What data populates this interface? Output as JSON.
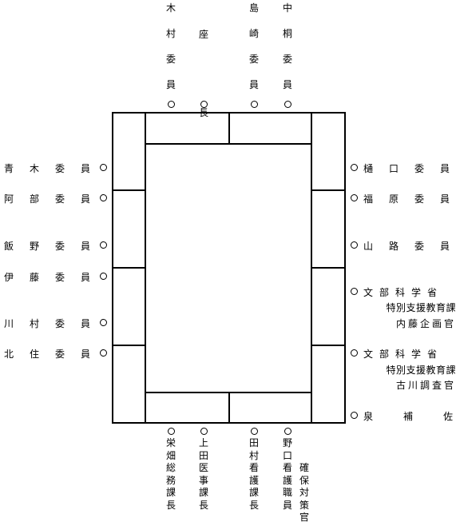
{
  "top_members": [
    {
      "id": "kimura",
      "label": "木村委員"
    },
    {
      "id": "chair",
      "label": "座長"
    },
    {
      "id": "shimazaki",
      "label": "島崎委員"
    },
    {
      "id": "nakagiri",
      "label": "中桐委員"
    }
  ],
  "left_members": [
    {
      "id": "aoki",
      "label": "青木委員"
    },
    {
      "id": "abe",
      "label": "阿部委員"
    },
    {
      "id": "iino",
      "label": "飯野委員"
    },
    {
      "id": "ito",
      "label": "伊藤委員"
    },
    {
      "id": "kawamura",
      "label": "川村委員"
    },
    {
      "id": "kitazumi",
      "label": "北住委員"
    }
  ],
  "right_members": [
    {
      "id": "higuchi",
      "label": "樋口委員"
    },
    {
      "id": "fukuhara",
      "label": "福原委員"
    },
    {
      "id": "yamaji",
      "label": "山路委員"
    }
  ],
  "right_ministry": [
    {
      "id": "naito",
      "org": "文部科学省",
      "dept": "特別支援教育課",
      "name": "内藤企画官"
    },
    {
      "id": "furukawa",
      "org": "文部科学省",
      "dept": "特別支援教育課",
      "name": "古川調査官"
    }
  ],
  "right_bottom": {
    "id": "izumi",
    "label": "泉補佐"
  },
  "bottom_staff": [
    {
      "id": "sakaebata",
      "label": "栄畑総務課長"
    },
    {
      "id": "ueda",
      "label": "上田医事課長"
    },
    {
      "id": "tamura",
      "label": "田村看護課長"
    },
    {
      "id": "noguchi",
      "label": "野口看護職員"
    },
    {
      "id": "kakuho",
      "label": "確保対策官"
    }
  ]
}
